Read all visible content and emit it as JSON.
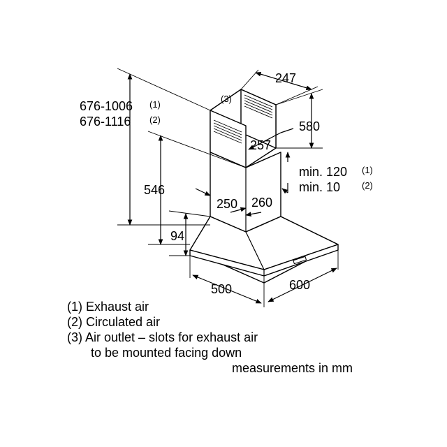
{
  "labels": {
    "chimney_width": "247",
    "chimney_height": "580",
    "outlet_ref": "(3)",
    "total_height_1": "676-1006",
    "total_height_1_ref": "(1)",
    "total_height_2": "676-1116",
    "total_height_2_ref": "(2)",
    "chimney_depth": "257",
    "min_1": "min. 120",
    "min_1_ref": "(1)",
    "min_2": "min. 10",
    "min_2_ref": "(2)",
    "height_546": "546",
    "depth_250": "250",
    "width_260": "260",
    "canopy_height": "94",
    "hood_depth": "500",
    "hood_width": "600"
  },
  "legend": {
    "item1": "(1) Exhaust air",
    "item2": "(2) Circulated air",
    "item3": "(3) Air outlet – slots for exhaust air",
    "item3_cont": "to be mounted facing down"
  },
  "units_note": "measurements in mm"
}
